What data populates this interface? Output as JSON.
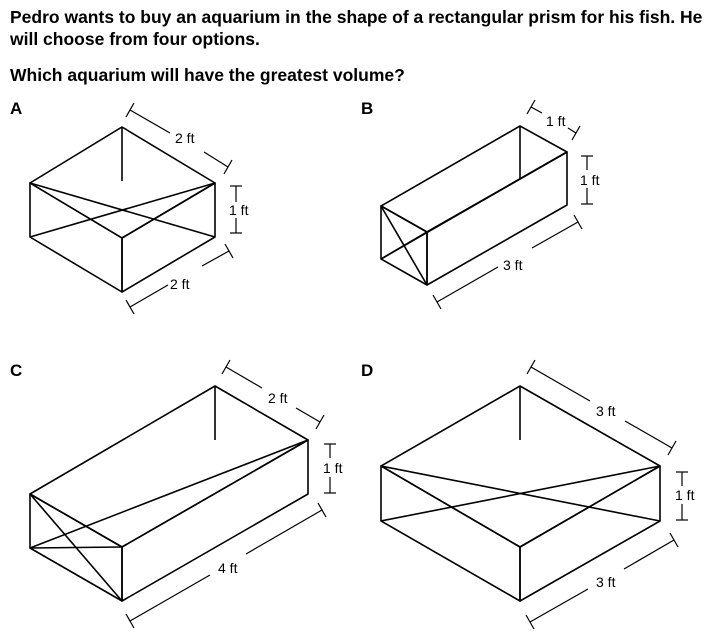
{
  "question": {
    "text": "Pedro wants to buy an aquarium in the shape of a rectangular prism for his fish. He will choose from four options.",
    "prompt": "Which aquarium will have the greatest volume?"
  },
  "options": {
    "a": {
      "letter": "A",
      "back_length": "2 ft",
      "height": "1 ft",
      "front_length": "2 ft"
    },
    "b": {
      "letter": "B",
      "back_length": "1 ft",
      "height": "1 ft",
      "front_length": "3 ft"
    },
    "c": {
      "letter": "C",
      "back_length": "2 ft",
      "height": "1 ft",
      "front_length": "4 ft"
    },
    "d": {
      "letter": "D",
      "back_length": "3 ft",
      "height": "1 ft",
      "front_length": "3 ft"
    }
  }
}
